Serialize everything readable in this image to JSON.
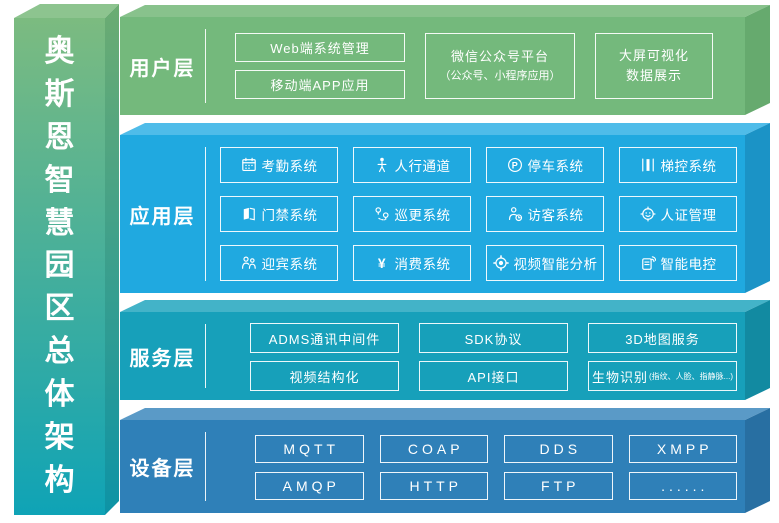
{
  "pillar": {
    "title": "奥斯恩智慧园区总体架构",
    "colors": {
      "gradient_top": "#7cbb80",
      "gradient_bottom": "#0fa3b6",
      "top_face": "#8dc48f",
      "side_top": "#6cac72",
      "side_bottom": "#0d93a6"
    }
  },
  "layers": [
    {
      "id": "user",
      "label": "用户层",
      "colors": {
        "front": "#74b97c",
        "top": "#88c28c",
        "side": "#66aa6e"
      },
      "groups": [
        {
          "type": "stack",
          "items": [
            "Web端系统管理",
            "移动端APP应用"
          ]
        },
        {
          "type": "multiline",
          "lines": [
            "微信公众号平台",
            "（公众号、小程序应用）"
          ],
          "small_second_line": true
        },
        {
          "type": "multiline",
          "lines": [
            "大屏可视化",
            "数据展示"
          ],
          "small_second_line": false
        }
      ]
    },
    {
      "id": "app",
      "label": "应用层",
      "colors": {
        "front": "#20a9e0",
        "top": "#4fbce9",
        "side": "#1b93c6"
      },
      "items": [
        {
          "icon": "attendance-calendar-icon",
          "label": "考勤系统"
        },
        {
          "icon": "pedestrian-icon",
          "label": "人行通道"
        },
        {
          "icon": "parking-icon",
          "label": "停车系统"
        },
        {
          "icon": "elevator-icon",
          "label": "梯控系统"
        },
        {
          "icon": "access-door-icon",
          "label": "门禁系统"
        },
        {
          "icon": "patrol-pins-icon",
          "label": "巡更系统"
        },
        {
          "icon": "visitor-clock-icon",
          "label": "访客系统"
        },
        {
          "icon": "id-verification-icon",
          "label": "人证管理"
        },
        {
          "icon": "welcome-people-icon",
          "label": "迎宾系统"
        },
        {
          "icon": "yuan-payment-icon",
          "label": "消费系统"
        },
        {
          "icon": "video-analytics-icon",
          "label": "视频智能分析"
        },
        {
          "icon": "smart-power-icon",
          "label": "智能电控"
        }
      ]
    },
    {
      "id": "service",
      "label": "服务层",
      "colors": {
        "front": "#17a0ba",
        "top": "#43b3c8",
        "side": "#128aa1"
      },
      "items": [
        {
          "label": "ADMS通讯中间件"
        },
        {
          "label": "SDK协议"
        },
        {
          "label": "3D地图服务"
        },
        {
          "label": "视频结构化"
        },
        {
          "label": "API接口"
        },
        {
          "label": "生物识别",
          "suffix": "(指纹、人脸、指静脉...)"
        }
      ]
    },
    {
      "id": "device",
      "label": "设备层",
      "colors": {
        "front": "#2f80b8",
        "top": "#5a9ac7",
        "side": "#286fa2"
      },
      "items": [
        "MQTT",
        "COAP",
        "DDS",
        "XMPP",
        "AMQP",
        "HTTP",
        "FTP",
        "......"
      ]
    }
  ]
}
